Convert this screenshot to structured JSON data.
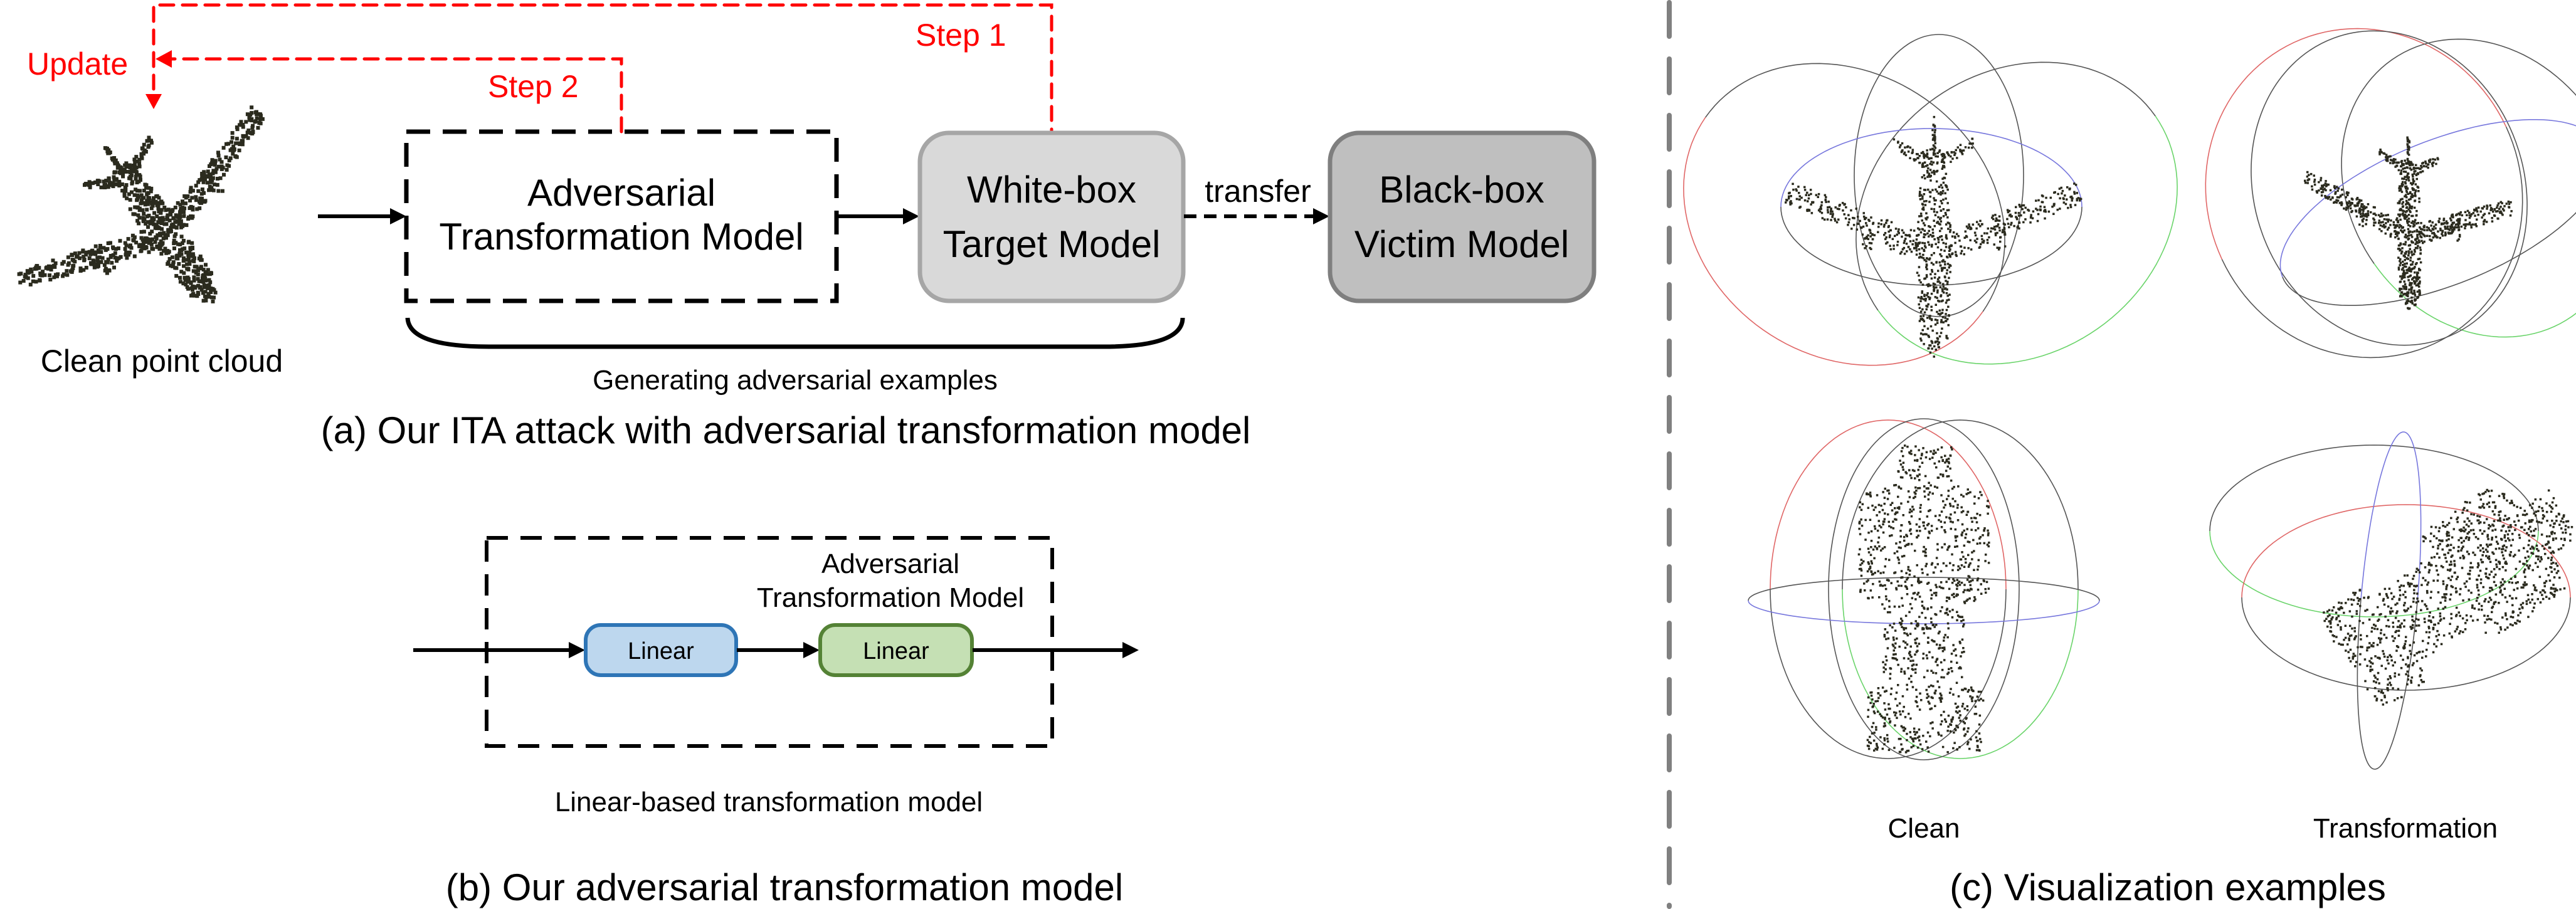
{
  "panel_a": {
    "update_label": "Update",
    "step1_label": "Step 1",
    "step2_label": "Step 2",
    "clean_label": "Clean point cloud",
    "atm_box": {
      "line1": "Adversarial",
      "line2": "Transformation Model"
    },
    "whitebox": {
      "line1": "White-box",
      "line2": "Target Model",
      "fill": "#D9D9D9",
      "border": "#A6A6A6"
    },
    "transfer_label": "transfer",
    "blackbox": {
      "line1": "Black-box",
      "line2": "Victim Model",
      "fill": "#BFBFBF",
      "border": "#7F7F7F"
    },
    "brace_label": "Generating adversarial examples",
    "caption": "(a) Our ITA attack with adversarial transformation model",
    "accent_color": "#FF0000"
  },
  "panel_b": {
    "box_title_line1": "Adversarial",
    "box_title_line2": "Transformation Model",
    "linear1": {
      "label": "Linear",
      "fill": "#BDD7EE",
      "border": "#2E75B6"
    },
    "linear2": {
      "label": "Linear",
      "fill": "#C5E0B4",
      "border": "#548235"
    },
    "sublabel": "Linear-based transformation model",
    "caption": "(b) Our adversarial transformation model"
  },
  "panel_c": {
    "col_labels": [
      "Clean",
      "Transformation"
    ],
    "examples": [
      {
        "object": "airplane",
        "variant": "clean"
      },
      {
        "object": "airplane",
        "variant": "transformation"
      },
      {
        "object": "bottle",
        "variant": "clean"
      },
      {
        "object": "bottle",
        "variant": "transformation"
      }
    ],
    "ring_colors": {
      "x": "#E06666",
      "y": "#6AD46A",
      "z": "#7777DD",
      "edge": "#555555"
    },
    "caption": "(c) Visualization examples"
  }
}
